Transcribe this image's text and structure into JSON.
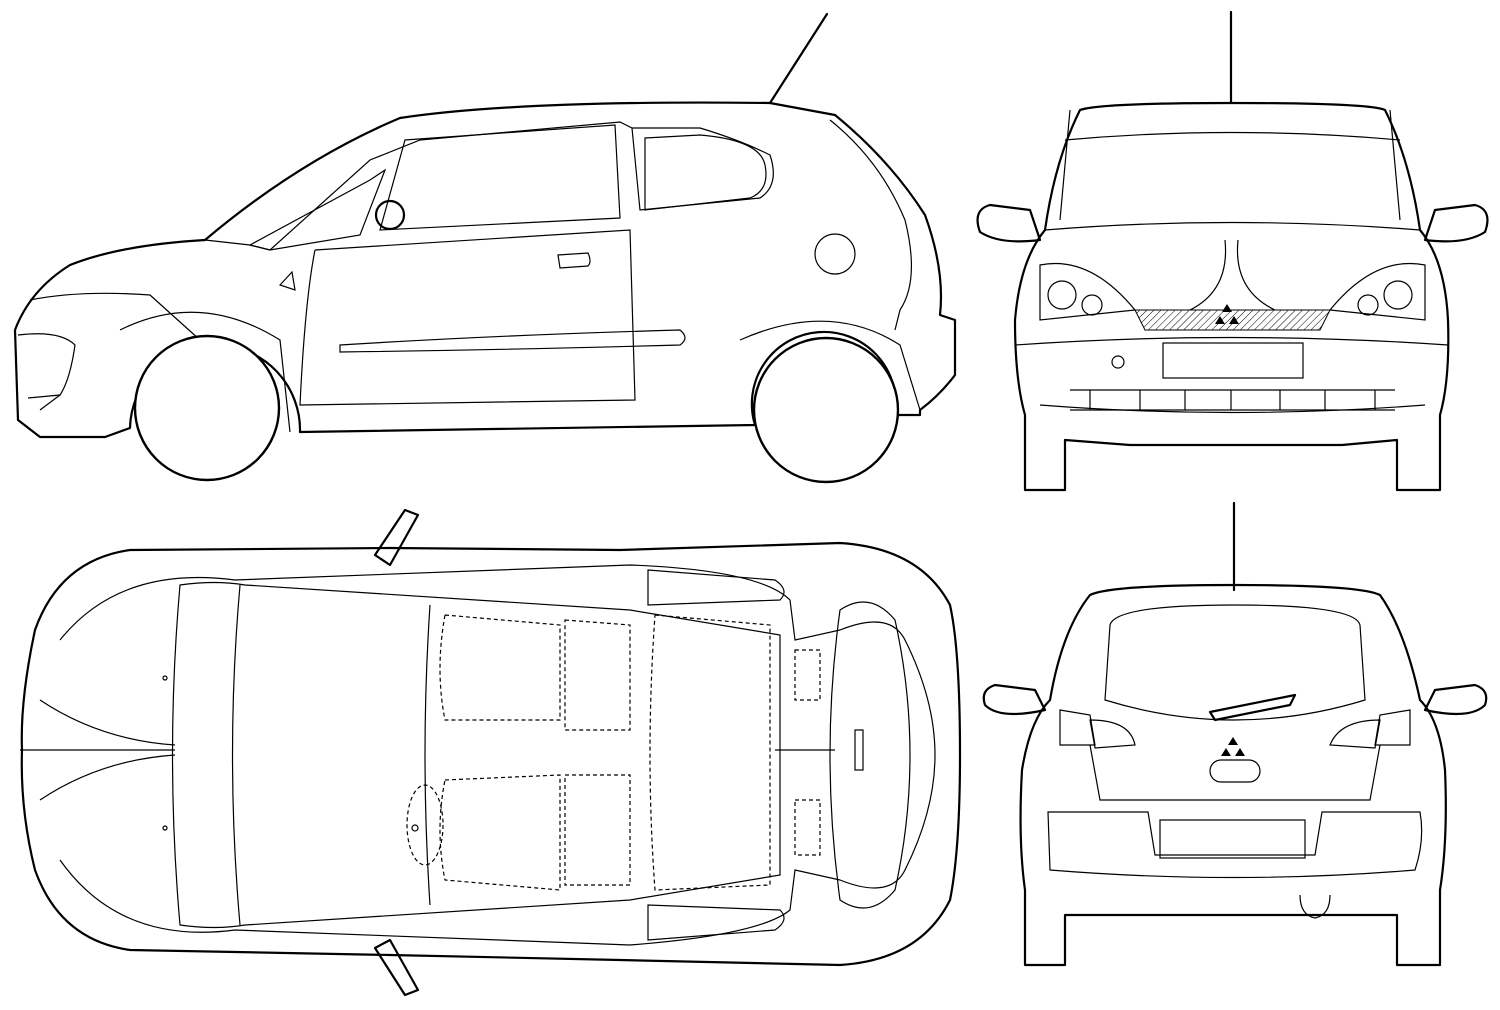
{
  "drawing": {
    "views": [
      "side-view",
      "front-view",
      "top-view",
      "rear-view"
    ],
    "colors": {
      "line": "#000000",
      "background": "#ffffff"
    }
  }
}
